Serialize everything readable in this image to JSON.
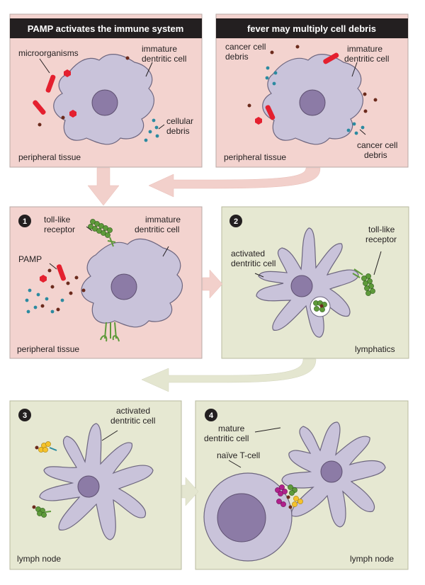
{
  "colors": {
    "pink_panel": "#f3d3cf",
    "green_panel": "#e6e8d2",
    "cell_fill": "#c9c3da",
    "cell_stroke": "#6d667f",
    "nucleus": "#8c7ba6",
    "arrow_pink": "#f2d0cb",
    "arrow_green": "#e4e6d0",
    "microbe_red": "#e4202f",
    "debris_teal": "#2b8aa0",
    "debris_brown": "#6b2a1c",
    "receptor_green": "#5e9a3a"
  },
  "panels": {
    "top_left": {
      "header": "PAMP activates the immune system",
      "microorganisms": "microorganisms",
      "immature_1": "immature",
      "immature_2": "dentritic cell",
      "cellular_1": "cellular",
      "cellular_2": "debris",
      "location": "peripheral tissue"
    },
    "top_right": {
      "header": "fever may multiply cell debris",
      "cancer_a_1": "cancer cell",
      "cancer_a_2": "debris",
      "immature_1": "immature",
      "immature_2": "dentritic cell",
      "cancer_b_1": "cancer cell",
      "cancer_b_2": "debris",
      "location": "peripheral tissue"
    },
    "step1": {
      "number": "1",
      "toll_1": "toll-like",
      "toll_2": "receptor",
      "immature_1": "immature",
      "immature_2": "dentritic cell",
      "pamp": "PAMP",
      "location": "peripheral tissue"
    },
    "step2": {
      "number": "2",
      "activated_1": "activated",
      "activated_2": "dentritic cell",
      "toll_1": "toll-like",
      "toll_2": "receptor",
      "location": "lymphatics"
    },
    "step3": {
      "number": "3",
      "activated_1": "activated",
      "activated_2": "dentritic cell",
      "location": "lymph node"
    },
    "step4": {
      "number": "4",
      "mature_1": "mature",
      "mature_2": "dentritic cell",
      "naive": "naïve T-cell",
      "location": "lymph node"
    }
  }
}
